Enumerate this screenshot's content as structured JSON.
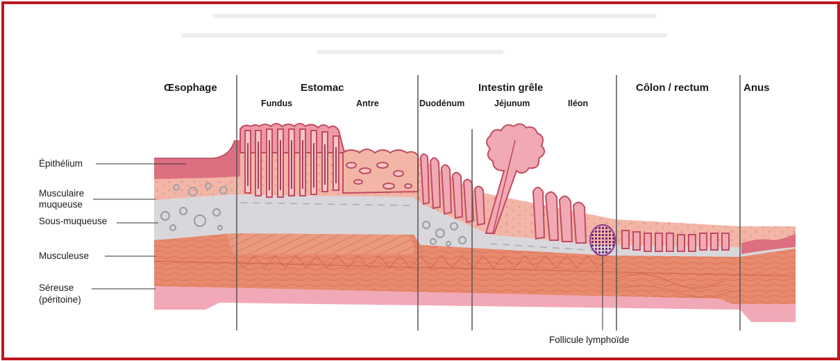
{
  "sections": {
    "oesophage": "Œsophage",
    "estomac": "Estomac",
    "intestin": "Intestin grêle",
    "colon": "Côlon / rectum",
    "anus": "Anus"
  },
  "subsections": {
    "fundus": "Fundus",
    "antre": "Antre",
    "duodenum": "Duodénum",
    "jejunum": "Jéjunum",
    "ileon": "Iléon"
  },
  "layers": {
    "epithelium": "Épithélium",
    "musculaire_1": "Musculaire",
    "musculaire_2": "muqueuse",
    "sous_muqueuse": "Sous-muqueuse",
    "musculeuse": "Musculeuse",
    "sereuse_1": "Séreuse",
    "sereuse_2": "(péritoine)"
  },
  "annotation": {
    "follicule": "Follicule lymphoïde"
  },
  "colors": {
    "frame": "#c0161e",
    "mucosa": "#f3b6a6",
    "epithelium": "#dd6f80",
    "submucosa": "#d9d7dc",
    "muscle": "#e88a6d",
    "serosa": "#f2a9b7",
    "follicle": "#8e3a8f"
  }
}
